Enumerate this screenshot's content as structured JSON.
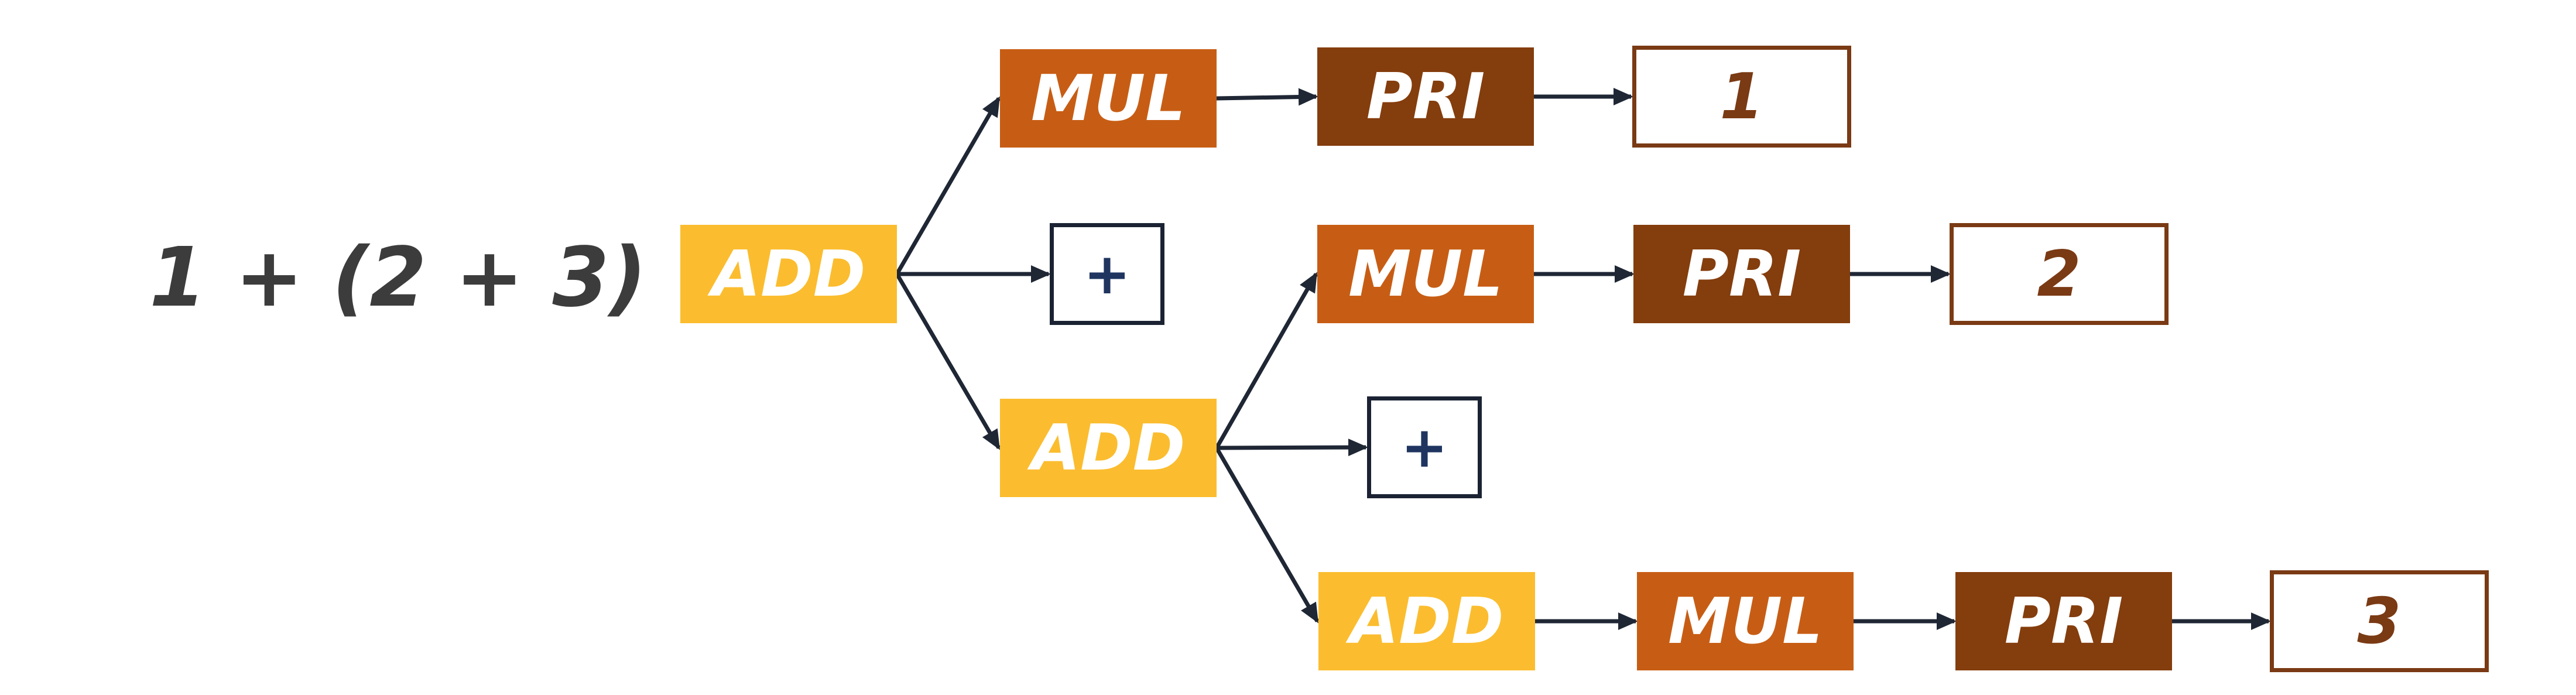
{
  "expression": "1 + (2 + 3)",
  "colors": {
    "add": "#fbbd2f",
    "mul": "#c75d14",
    "pri": "#843d0d",
    "value_border": "#7a3a14",
    "op_border": "#1b2333",
    "op_text": "#1f3560",
    "arrow": "#1f2735",
    "expression_text": "#3c3c3c"
  },
  "nodes": {
    "add_root": "ADD",
    "mul_top": "MUL",
    "pri_top": "PRI",
    "val_1": "1",
    "op_plus_1": "+",
    "mul_mid": "MUL",
    "pri_mid": "PRI",
    "val_2": "2",
    "add_inner": "ADD",
    "op_plus_2": "+",
    "add_bottom": "ADD",
    "mul_bottom": "MUL",
    "pri_bottom": "PRI",
    "val_3": "3"
  },
  "edges": [
    [
      "add_root",
      "mul_top"
    ],
    [
      "add_root",
      "op_plus_1"
    ],
    [
      "add_root",
      "add_inner"
    ],
    [
      "mul_top",
      "pri_top"
    ],
    [
      "pri_top",
      "val_1"
    ],
    [
      "add_inner",
      "mul_mid"
    ],
    [
      "add_inner",
      "op_plus_2"
    ],
    [
      "add_inner",
      "add_bottom"
    ],
    [
      "mul_mid",
      "pri_mid"
    ],
    [
      "pri_mid",
      "val_2"
    ],
    [
      "add_bottom",
      "mul_bottom"
    ],
    [
      "mul_bottom",
      "pri_bottom"
    ],
    [
      "pri_bottom",
      "val_3"
    ]
  ]
}
